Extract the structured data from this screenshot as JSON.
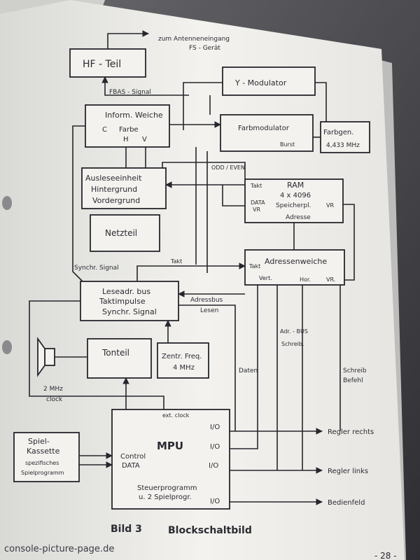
{
  "blocks": {
    "hf": "HF - Teil",
    "antenna_note_1": "zum Antenneneingang",
    "antenna_note_2": "FS - Gerät",
    "y_mod": "Y - Modulator",
    "inform_1": "Inform. Weiche",
    "inform_c": "C",
    "inform_farbe": "Farbe",
    "inform_h": "H",
    "inform_v": "V",
    "farbmod": "Farbmodulator",
    "burst": "Burst",
    "farbgen_1": "Farbgen.",
    "farbgen_2": "4,433 MHz",
    "auslese_1": "Ausleseeinheit",
    "auslese_2": "Hintergrund",
    "auslese_3": "Vordergrund",
    "ram_title": "RAM",
    "ram_2": "4 x 4096",
    "ram_3": "Speicherpl.",
    "ram_takt": "Takt",
    "ram_data": "DATA",
    "ram_vr": "VR",
    "ram_vr2": "VR",
    "ram_adresse": "Adresse",
    "netzteil": "Netzteil",
    "adressw": "Adressenweiche",
    "adressw_takt": "Takt",
    "vert": "Vert.",
    "hor": "Hor.",
    "vr": "VR.",
    "lese_1": "Leseadr. bus",
    "lese_2": "Taktimpulse",
    "lese_3": "Synchr. Signal",
    "tonteil": "Tonteil",
    "zentr_1": "Zentr. Freq.",
    "zentr_2": "4 MHz",
    "mpu": "MPU",
    "ext_clock": "ext. clock",
    "io1": "I/O",
    "io2": "I/O",
    "io3": "I/O",
    "io4": "I/O",
    "control": "Control",
    "mpu_data": "DATA",
    "steuer_1": "Steuerprogramm",
    "steuer_2": "u. 2 Spielprogr.",
    "kass_1": "Spiel-",
    "kass_2": "Kassette",
    "kass_3": "spezifisches",
    "kass_4": "Spielprogramm"
  },
  "labels": {
    "fbas": "FBAS - Signal",
    "odd_even": "ODD / EVEN",
    "synchr": "Synchr. Signal",
    "takt": "Takt",
    "adressbus": "Adressbus",
    "lesen": "Lesen",
    "adr_bus": "Adr. - BUS",
    "schreib": "Schreib.",
    "daten": "Daten",
    "schreib_befehl_1": "Schreib",
    "schreib_befehl_2": "Befehl",
    "clock_1": "2 MHz",
    "clock_2": "clock",
    "regler_rechts": "Regler rechts",
    "regler_links": "Regler links",
    "bedienfeld": "Bedienfeld"
  },
  "caption": {
    "bild": "Bild 3",
    "title": "Blockschaltbild"
  },
  "page_number": "- 28 -",
  "watermark": "console-picture-page.de"
}
